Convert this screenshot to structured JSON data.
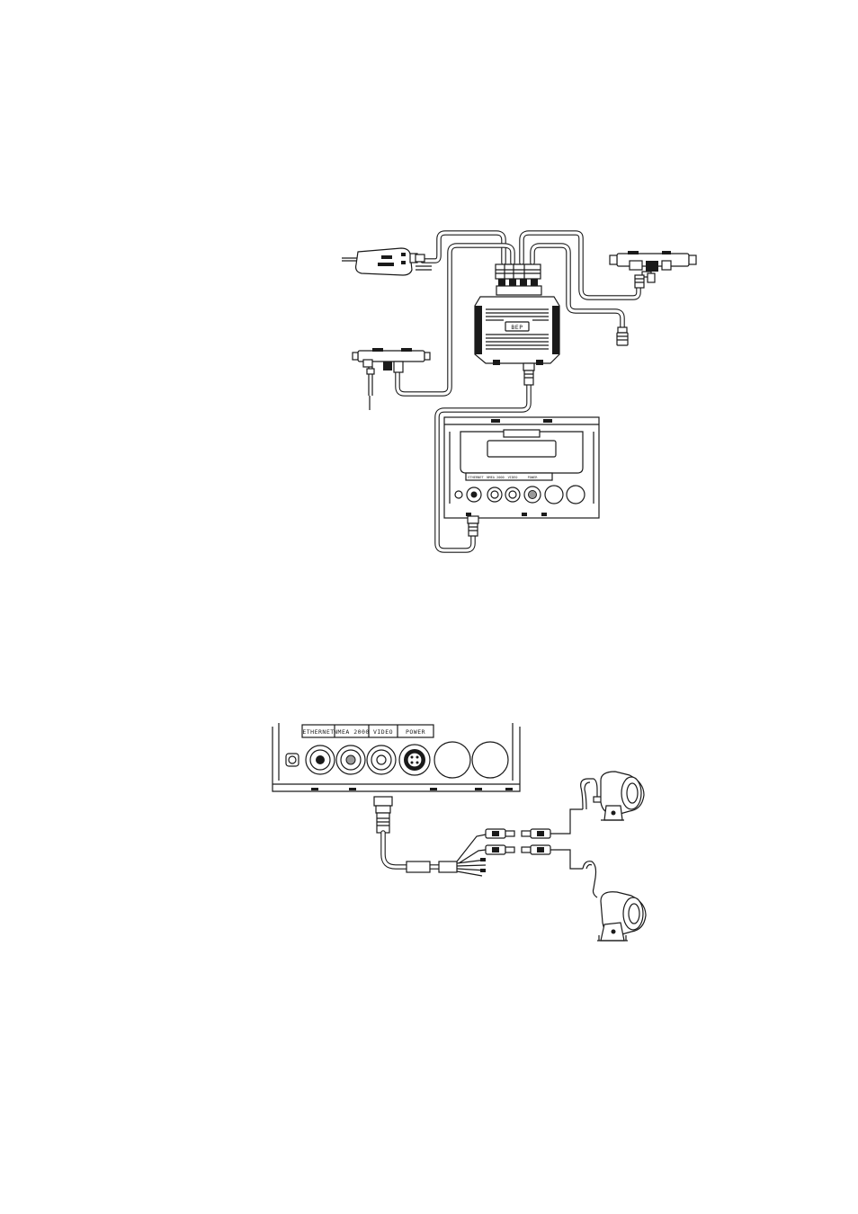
{
  "top_figure": {
    "hub_label": "BEP",
    "panel_ports": [
      "ETHERNET",
      "NMEA 2000",
      "VIDEO",
      "POWER"
    ]
  },
  "bottom_figure": {
    "panel_ports": [
      "ETHERNET",
      "NMEA 2000",
      "VIDEO",
      "POWER"
    ]
  }
}
